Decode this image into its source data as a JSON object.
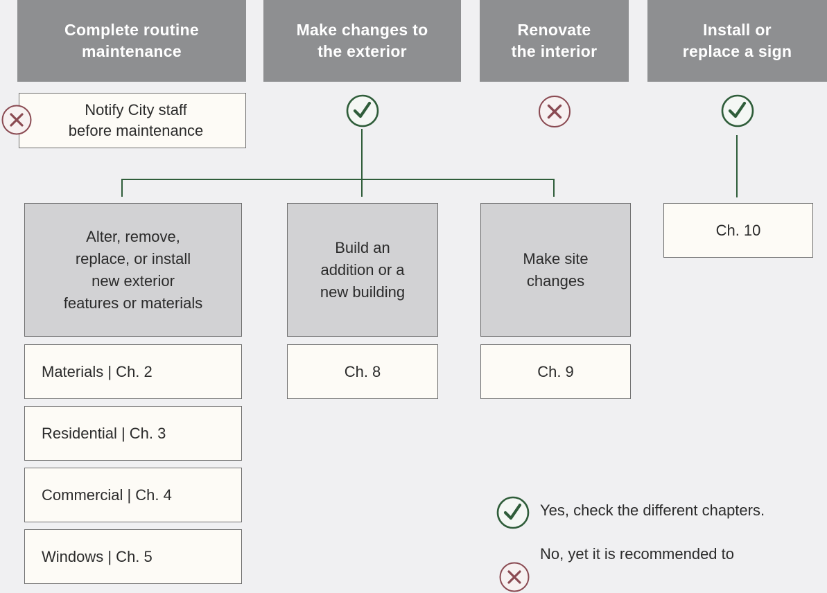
{
  "headers": [
    {
      "label": "Complete routine\nmaintenance"
    },
    {
      "label": "Make changes to\nthe exterior"
    },
    {
      "label": "Renovate\nthe interior"
    },
    {
      "label": "Install or\nreplace a sign"
    }
  ],
  "maintenance_note": "Notify City staff\nbefore maintenance",
  "categories": [
    {
      "label": "Alter, remove,\nreplace, or install\nnew exterior\nfeatures or materials"
    },
    {
      "label": "Build an\naddition or a\nnew building"
    },
    {
      "label": "Make site\nchanges"
    }
  ],
  "sign_chapter": "Ch. 10",
  "exterior_chapters": [
    "Materials  |  Ch. 2",
    "Residential  |  Ch. 3",
    "Commercial  |  Ch. 4",
    "Windows  |  Ch. 5"
  ],
  "addition_chapter": "Ch. 8",
  "site_chapter": "Ch. 9",
  "legend": {
    "yes": "Yes, check the different chapters.",
    "no": "No, yet it is recommended to"
  },
  "colors": {
    "check": "#2f5d3a",
    "cross": "#8a4a52",
    "header": "#8e8f91",
    "category": "#d2d2d4"
  }
}
